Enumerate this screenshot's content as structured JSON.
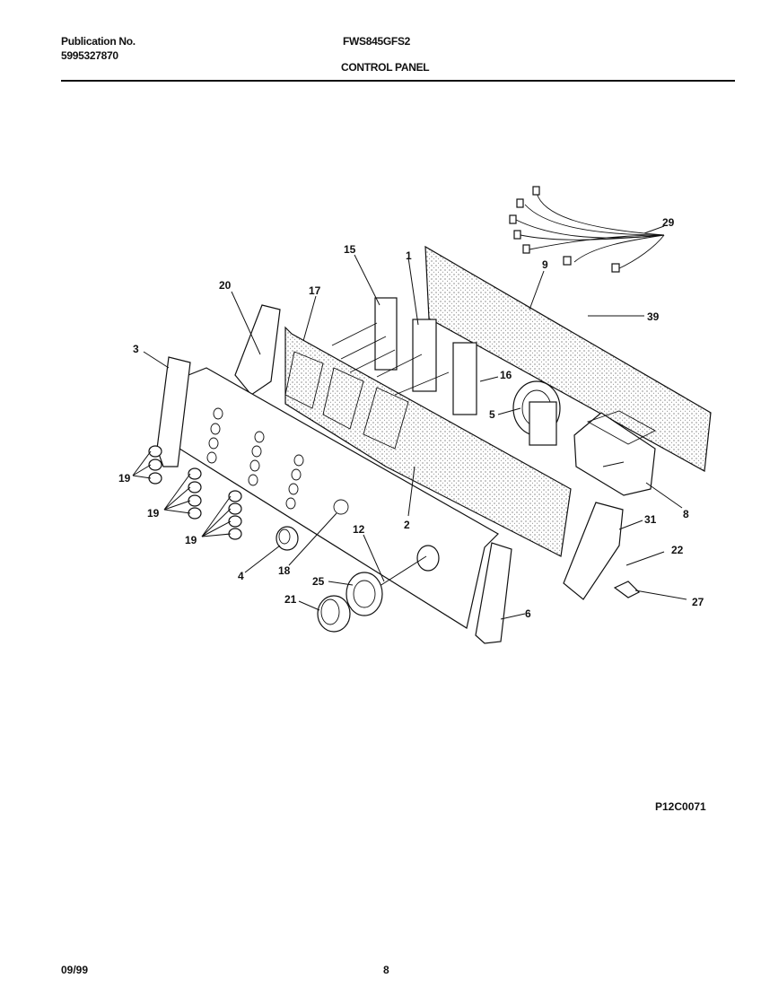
{
  "header": {
    "publication_label": "Publication No.",
    "publication_number": "5995327870",
    "model": "FWS845GFS2",
    "section_title": "CONTROL PANEL"
  },
  "diagram": {
    "callouts": [
      "1",
      "2",
      "3",
      "4",
      "5",
      "6",
      "8",
      "9",
      "12",
      "15",
      "16",
      "17",
      "18",
      "19",
      "19",
      "19",
      "20",
      "21",
      "22",
      "25",
      "27",
      "29",
      "31",
      "39"
    ]
  },
  "figure_code": "P12C0071",
  "footer": {
    "date": "09/99",
    "page": "8"
  }
}
